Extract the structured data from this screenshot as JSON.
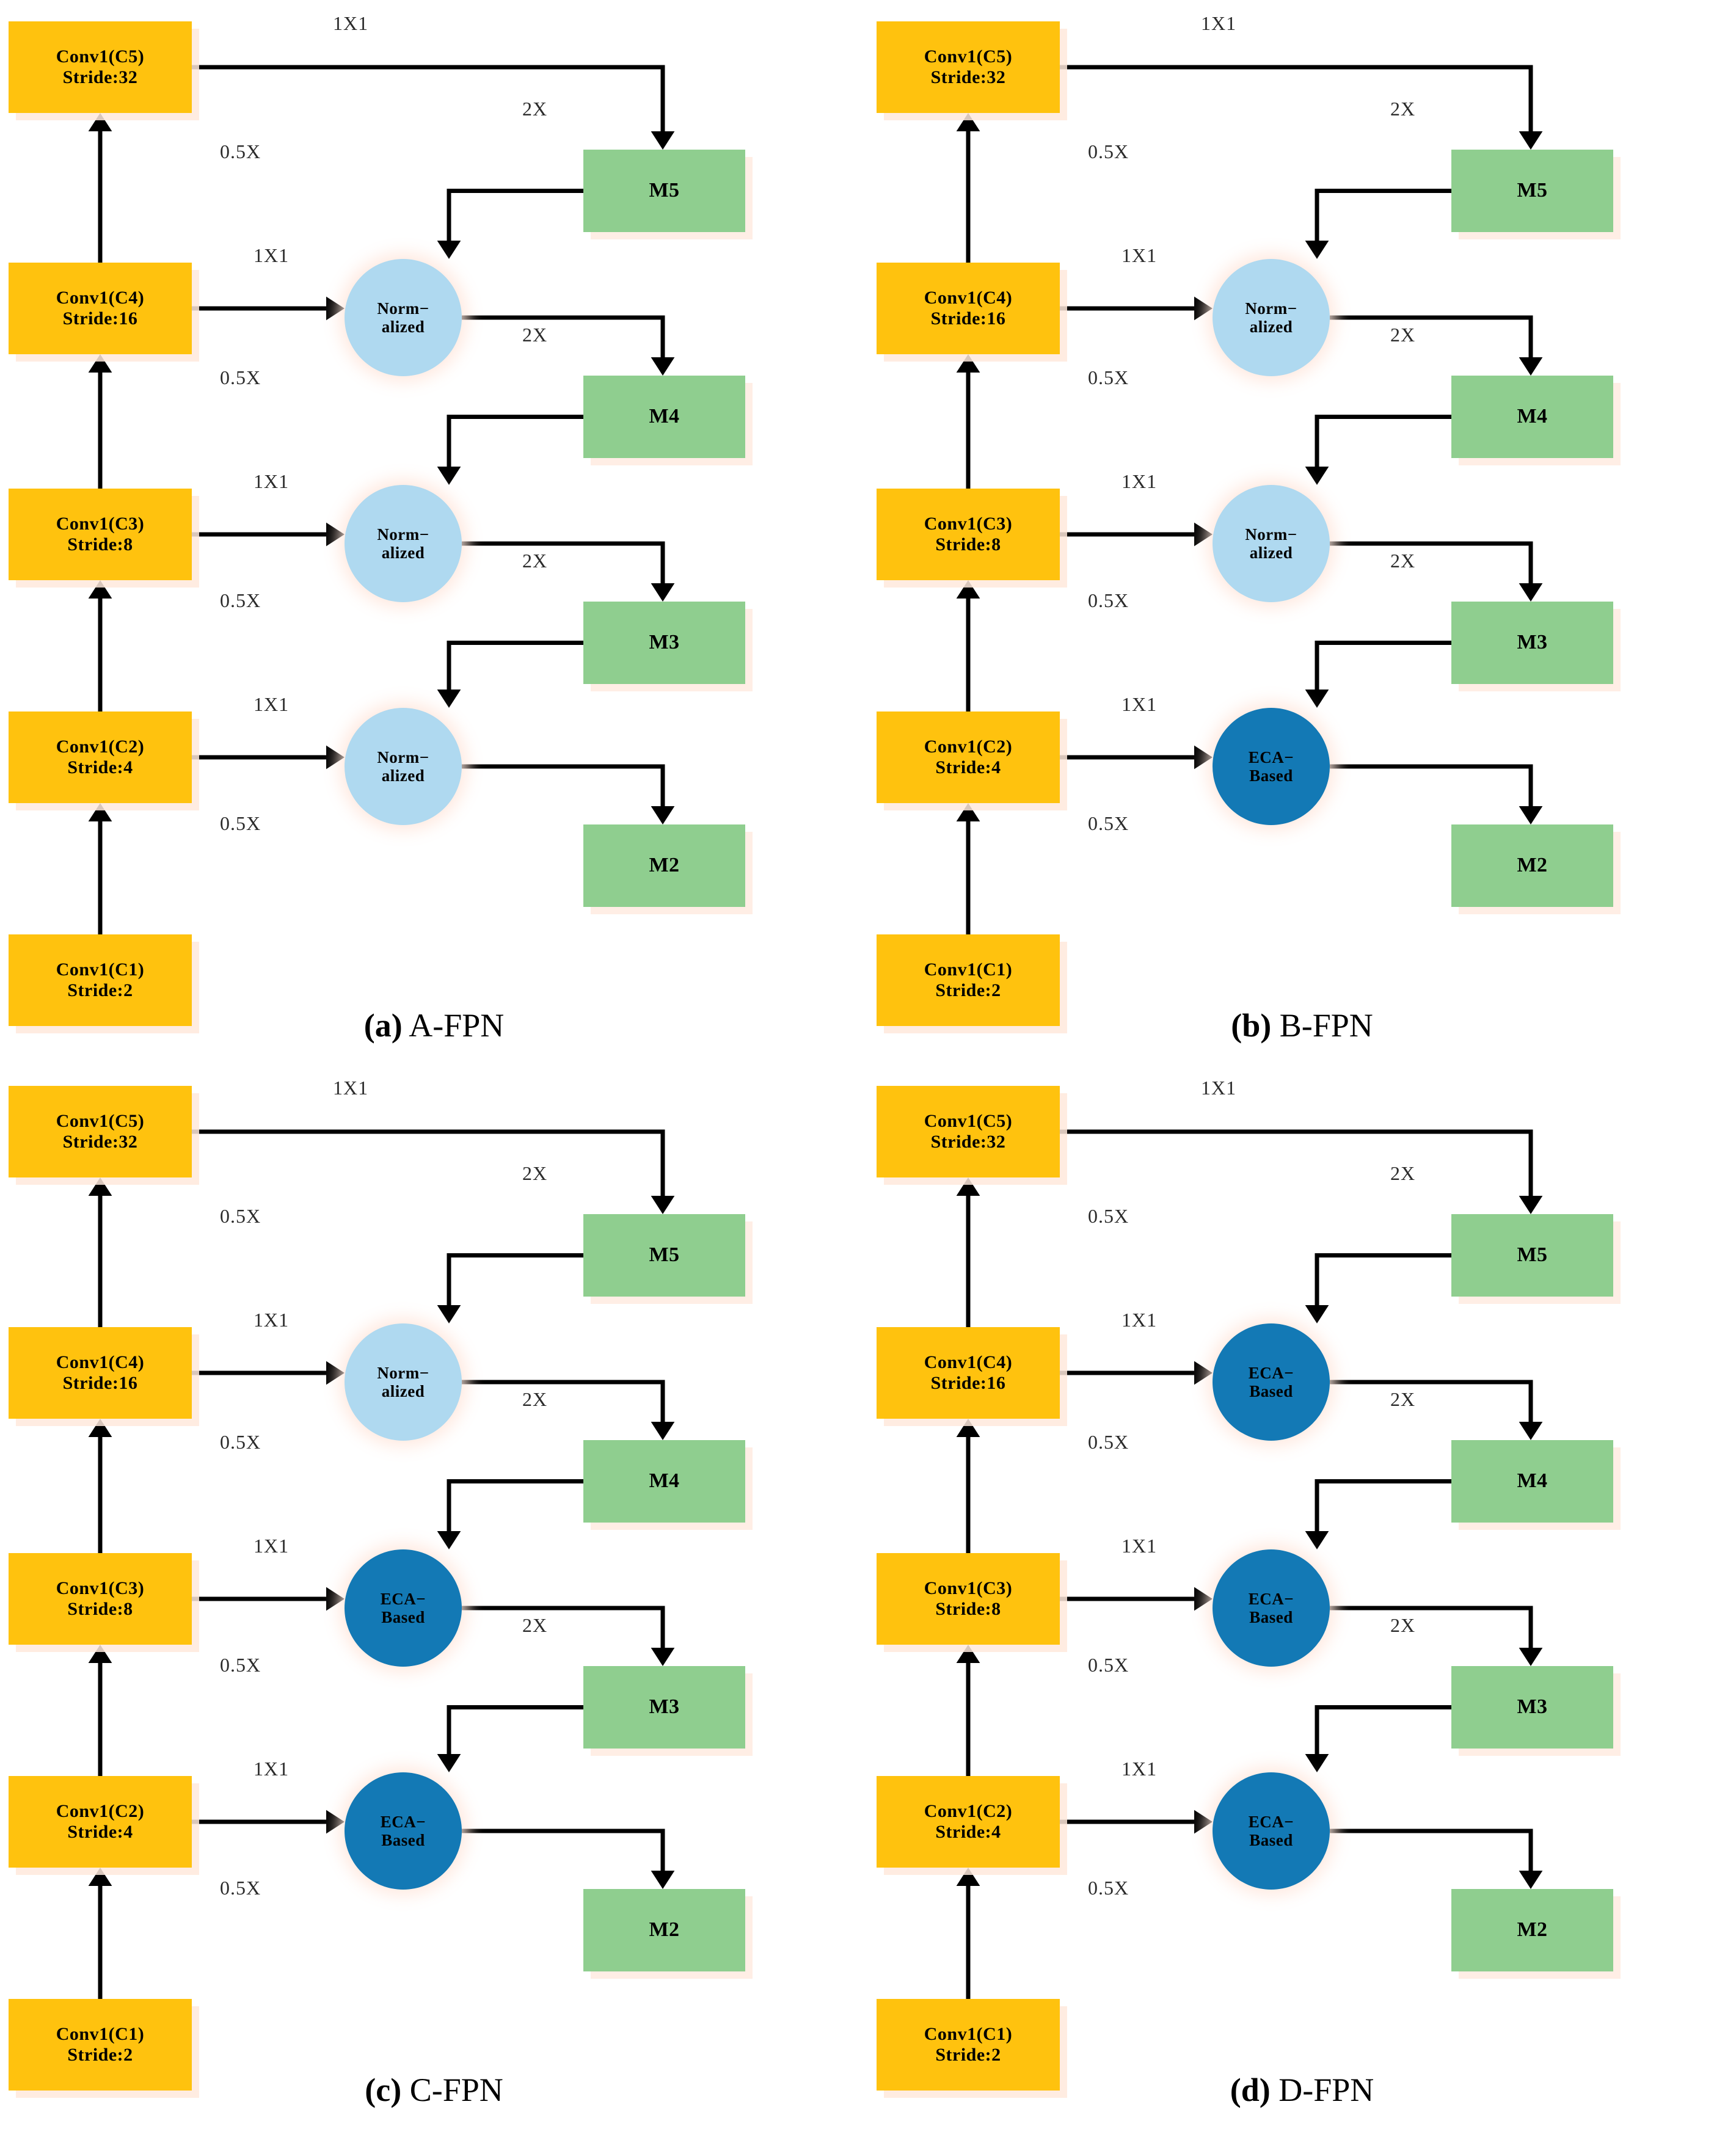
{
  "figure": {
    "background": "#ffffff",
    "colors": {
      "conv_fill": "#FFC20E",
      "m_fill": "#8FCE8F",
      "normalized_fill": "#AFD9F0",
      "eca_fill": "#1379B5",
      "line": "#000000",
      "shadow": "#FFEADF"
    }
  },
  "labels": {
    "edge_1x1": "1X1",
    "edge_0_5x": "0.5X",
    "edge_2x": "2X"
  },
  "backbone": [
    {
      "l1": "Conv1(C5)",
      "l2": "Stride:32"
    },
    {
      "l1": "Conv1(C4)",
      "l2": "Stride:16"
    },
    {
      "l1": "Conv1(C3)",
      "l2": "Stride:8"
    },
    {
      "l1": "Conv1(C2)",
      "l2": "Stride:4"
    },
    {
      "l1": "Conv1(C1)",
      "l2": "Stride:2"
    }
  ],
  "outputs": [
    {
      "label": "M5"
    },
    {
      "label": "M4"
    },
    {
      "label": "M3"
    },
    {
      "label": "M2"
    }
  ],
  "module_types": {
    "normalized": {
      "l1": "Norm−",
      "l2": "alized"
    },
    "eca": {
      "l1": "ECA−",
      "l2": "Based"
    }
  },
  "panels": [
    {
      "id": "a",
      "caption_tag": "(a)",
      "caption_text": " A-FPN",
      "modules": [
        "normalized",
        "normalized",
        "normalized"
      ]
    },
    {
      "id": "b",
      "caption_tag": "(b)",
      "caption_text": " B-FPN",
      "modules": [
        "normalized",
        "normalized",
        "eca"
      ]
    },
    {
      "id": "c",
      "caption_tag": "(c)",
      "caption_text": " C-FPN",
      "modules": [
        "normalized",
        "eca",
        "eca"
      ]
    },
    {
      "id": "d",
      "caption_tag": "(d)",
      "caption_text": " D-FPN",
      "modules": [
        "eca",
        "eca",
        "eca"
      ]
    }
  ]
}
